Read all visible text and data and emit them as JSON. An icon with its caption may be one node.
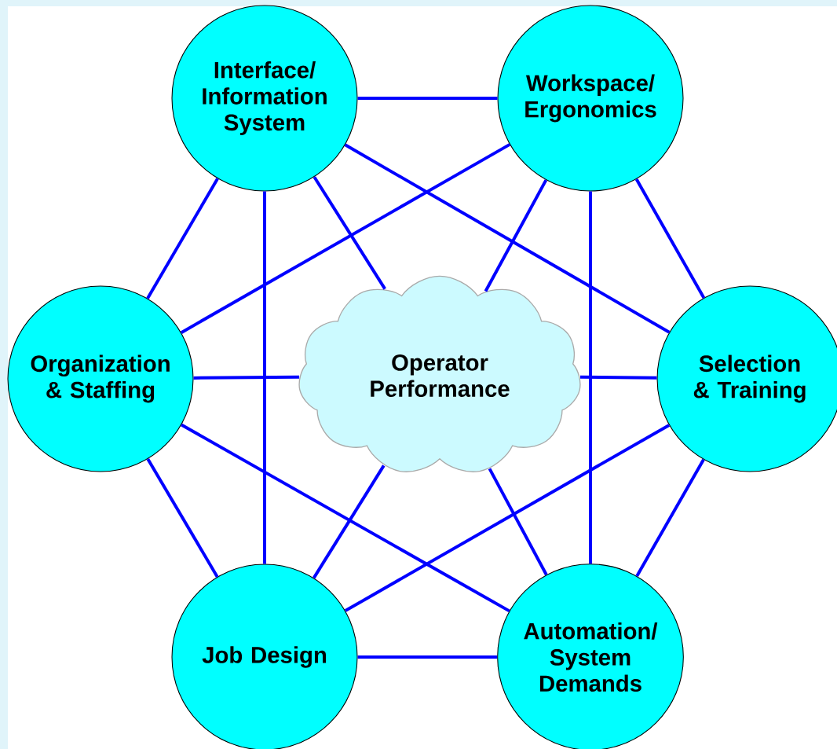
{
  "diagram": {
    "nodes": [
      {
        "text": [
          "Interface/ Information System"
        ]
      },
      {
        "text": [
          "Workspace/ Ergonomics"
        ]
      },
      {
        "text": [
          "Organization & Staffing"
        ]
      },
      {
        "text": [
          "Operator Performance"
        ]
      },
      {
        "text": [
          "Selection & Training"
        ]
      },
      {
        "text": [
          "Job Design"
        ]
      },
      {
        "text": [
          "Automation/ System Demands"
        ]
      }
    ],
    "edges": [
      {
        "from": 0,
        "to": 1,
        "arrow": "none"
      },
      {
        "from": 0,
        "to": 2,
        "arrow": "none"
      },
      {
        "from": 0,
        "to": 5,
        "arrow": "none"
      },
      {
        "from": 0,
        "to": 4,
        "arrow": "none"
      },
      {
        "from": 0,
        "to": 3,
        "arrow": "none"
      },
      {
        "from": 1,
        "to": 4,
        "arrow": "none"
      },
      {
        "from": 1,
        "to": 2,
        "arrow": "none"
      },
      {
        "from": 1,
        "to": 6,
        "arrow": "none"
      },
      {
        "from": 1,
        "to": 3,
        "arrow": "none"
      },
      {
        "from": 2,
        "to": 3,
        "arrow": "none"
      },
      {
        "from": 2,
        "to": 5,
        "arrow": "none"
      },
      {
        "from": 2,
        "to": 6,
        "arrow": "none"
      },
      {
        "from": 4,
        "to": 3,
        "arrow": "none"
      },
      {
        "from": 4,
        "to": 6,
        "arrow": "none"
      },
      {
        "from": 4,
        "to": 5,
        "arrow": "none"
      },
      {
        "from": 5,
        "to": 3,
        "arrow": "none"
      },
      {
        "from": 5,
        "to": 6,
        "arrow": "none"
      },
      {
        "from": 6,
        "to": 3,
        "arrow": "none"
      }
    ]
  }
}
